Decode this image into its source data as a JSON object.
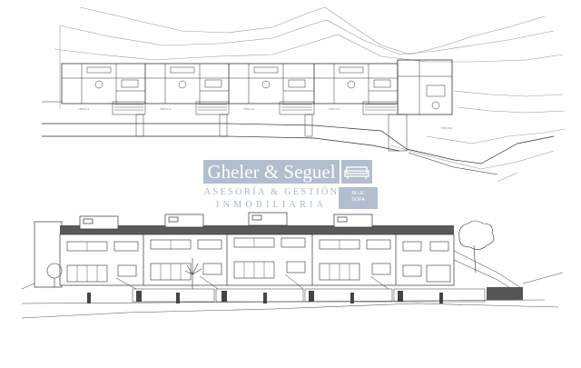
{
  "watermark": {
    "title": "Gheler & Seguel",
    "subtitle_line1": "ASESORÍA & GESTIÓN",
    "subtitle_line2": "INMOBILIARIA",
    "badge_line1": "BLUE",
    "badge_line2": "SOFA",
    "sofa_icon": "sofa-icon"
  },
  "plan": {
    "unit_labels": [
      "TIPO A-1",
      "TIPO A-2",
      "TIPO A-3",
      "TIPO A-4",
      "TIPO B-1"
    ]
  },
  "colors": {
    "line": "#333333",
    "watermark": "#aab9cc",
    "roof": "#555555"
  }
}
